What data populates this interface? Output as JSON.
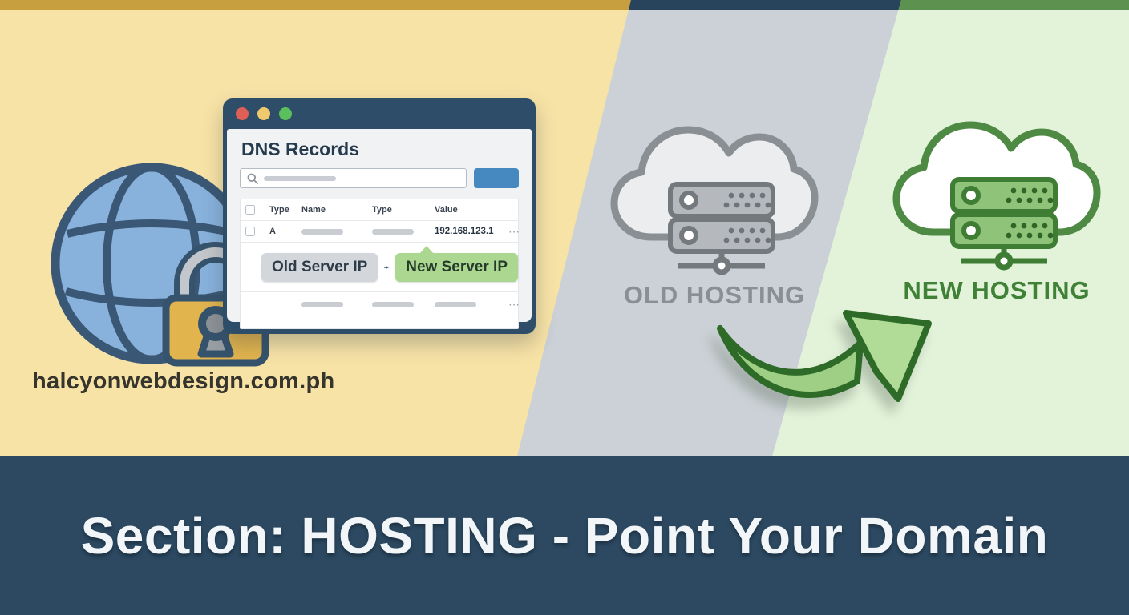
{
  "banner": {
    "title": "Section: HOSTING - Point Your Domain"
  },
  "illustration": {
    "domain_label": "halcyonwebdesign.com.ph",
    "old_hosting_label": "OLD HOSTING",
    "new_hosting_label": "NEW HOSTING"
  },
  "window": {
    "title": "DNS Records",
    "search_placeholder": "",
    "button_label": "",
    "table": {
      "headers": [
        "Type",
        "Name",
        "Type",
        "Value"
      ],
      "row1": {
        "type": "A",
        "value": "192.168.123.1",
        "menu": "⋯"
      },
      "row2": {
        "menu": "⋯"
      }
    },
    "callout": {
      "old_label": "Old Server IP",
      "new_label": "New Server IP"
    }
  },
  "colors": {
    "banner_bg": "#2c4961",
    "navy_frame": "#2e4d68",
    "yellow_bg": "#f8e3a6",
    "gold_strip": "#c89f3e",
    "gray_bg": "#cbd1d6",
    "green_bg": "#e3f3da",
    "green_strip": "#5c9150",
    "accent_blue": "#4689c0",
    "highlight_green": "#abd791",
    "lock_gold": "#e2b44e",
    "globe_blue": "#88b2dc",
    "old_gray": "#8a8f94",
    "new_green": "#3f8136"
  }
}
